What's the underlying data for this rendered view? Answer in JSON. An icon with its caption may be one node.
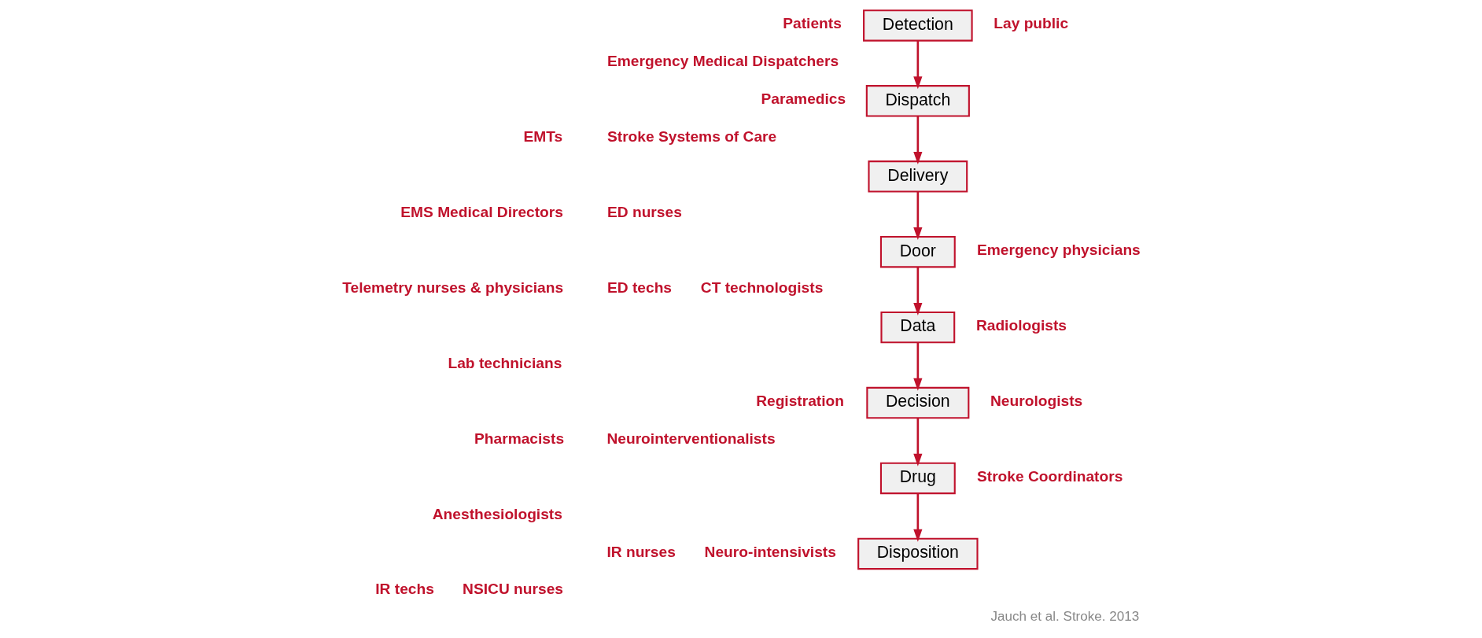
{
  "diagram": {
    "caption": "Jauch et al. Stroke. 2013",
    "nodes": [
      {
        "text": [
          "Detection"
        ]
      },
      {
        "text": [
          "Dispatch"
        ]
      },
      {
        "text": [
          "Delivery"
        ]
      },
      {
        "text": [
          "Door"
        ]
      },
      {
        "text": [
          "Data"
        ]
      },
      {
        "text": [
          "Decision"
        ]
      },
      {
        "text": [
          "Drug"
        ]
      },
      {
        "text": [
          "Disposition"
        ]
      }
    ],
    "edges": [
      {
        "from": 0,
        "to": 1,
        "arrow": "to"
      },
      {
        "from": 1,
        "to": 2,
        "arrow": "to"
      },
      {
        "from": 2,
        "to": 3,
        "arrow": "to"
      },
      {
        "from": 3,
        "to": 4,
        "arrow": "to"
      },
      {
        "from": 4,
        "to": 5,
        "arrow": "to"
      },
      {
        "from": 5,
        "to": 6,
        "arrow": "to"
      },
      {
        "from": 6,
        "to": 7,
        "arrow": "to"
      }
    ],
    "labels": [
      "Patients",
      "Lay public",
      "Emergency Medical Dispatchers",
      "Paramedics",
      "EMTs",
      "Stroke Systems of Care",
      "EMS Medical Directors",
      "ED nurses",
      "Emergency physicians",
      "Telemetry nurses & physicians",
      "ED techs",
      "CT technologists",
      "Radiologists",
      "Lab technicians",
      "Registration",
      "Neurologists",
      "Pharmacists",
      "Neurointerventionalists",
      "Stroke Coordinators",
      "Anesthesiologists",
      "IR nurses",
      "Neuro-intensivists",
      "IR techs",
      "NSICU nurses"
    ]
  }
}
